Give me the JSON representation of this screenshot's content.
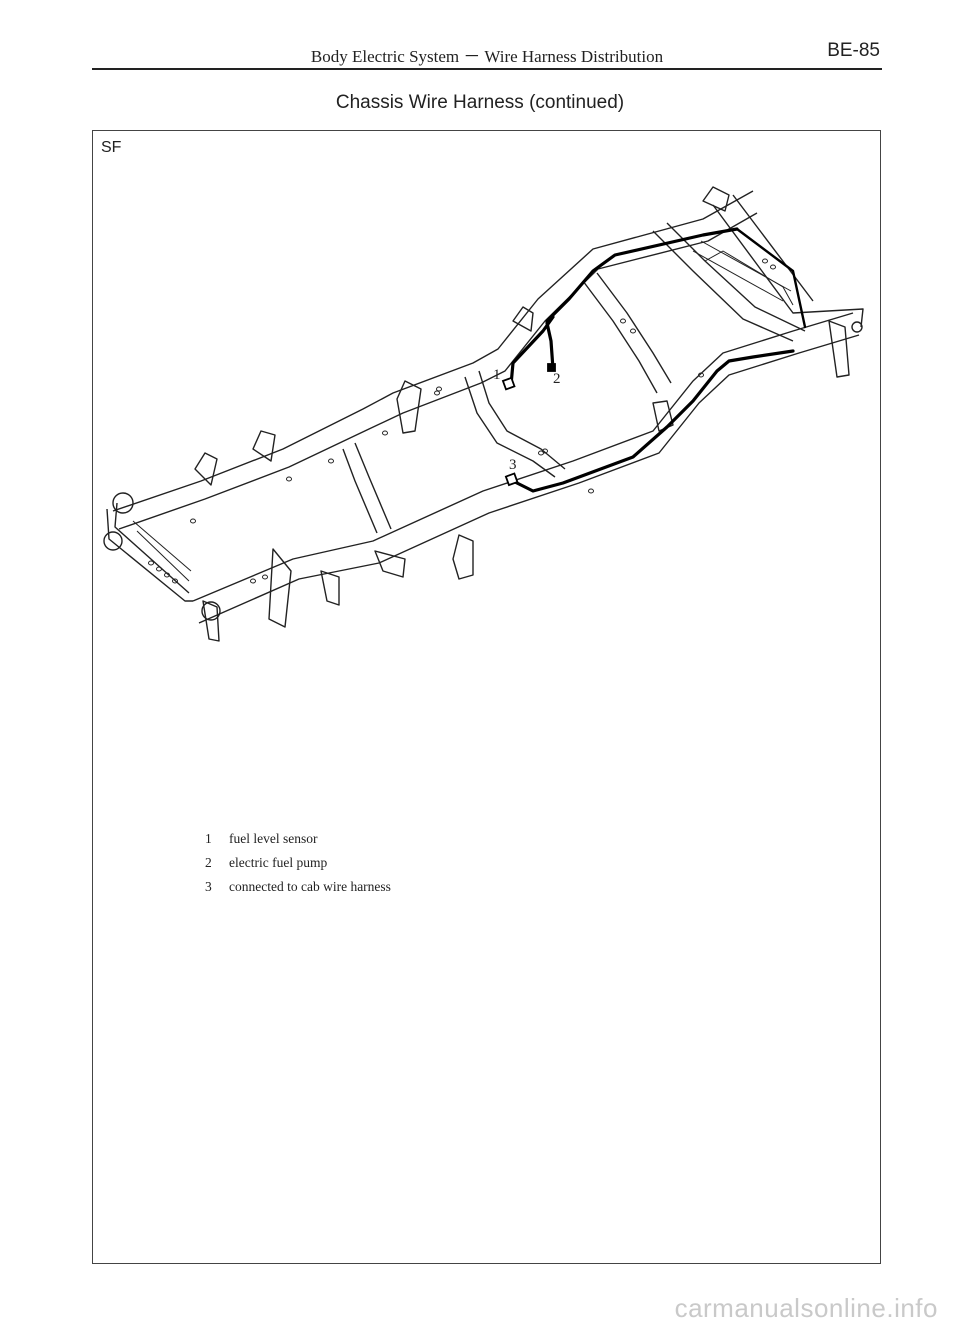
{
  "header": {
    "title": "Body Electric System － Wire Harness Distribution",
    "page_number": "BE-85"
  },
  "section_title": "Chassis Wire Harness (continued)",
  "figure": {
    "code": "SF",
    "callouts": [
      "1",
      "2",
      "3"
    ]
  },
  "legend": [
    {
      "num": "1",
      "text": "fuel level sensor"
    },
    {
      "num": "2",
      "text": "electric fuel pump"
    },
    {
      "num": "3",
      "text": "connected to cab wire harness"
    }
  ],
  "watermark": "carmanualsonline.info"
}
